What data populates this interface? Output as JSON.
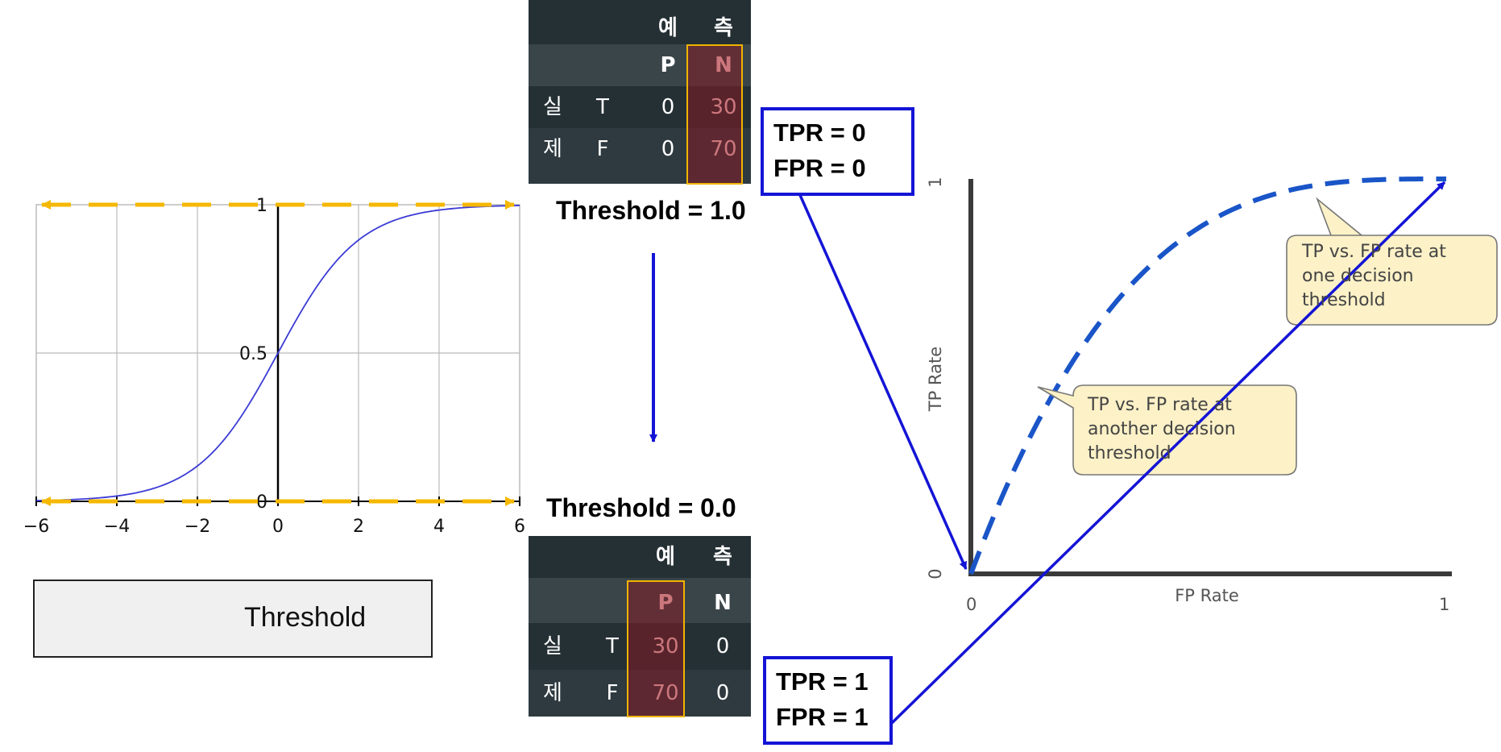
{
  "sigmoid": {
    "x_ticks": [
      "−6",
      "−4",
      "−2",
      "0",
      "2",
      "4",
      "6"
    ],
    "y_ticks": [
      "0",
      "0.5",
      "1"
    ],
    "curve_color": "#3b3bd6",
    "threshold_color": "#f5b800"
  },
  "legend": {
    "label": "Threshold"
  },
  "matrix_top": {
    "header_predicted": [
      "예",
      "측"
    ],
    "col_labels": [
      "P",
      "N"
    ],
    "actual_label": [
      "실",
      "제"
    ],
    "rows": [
      {
        "label": "T",
        "p": "0",
        "n": "30"
      },
      {
        "label": "F",
        "p": "0",
        "n": "70"
      }
    ],
    "threshold_label": "Threshold = 1.0"
  },
  "matrix_bottom": {
    "header_predicted": [
      "예",
      "측"
    ],
    "col_labels": [
      "P",
      "N"
    ],
    "actual_label": [
      "실",
      "제"
    ],
    "rows": [
      {
        "label": "T",
        "p": "30",
        "n": "0"
      },
      {
        "label": "F",
        "p": "70",
        "n": "0"
      }
    ],
    "threshold_label": "Threshold = 0.0"
  },
  "rate_top": {
    "tpr": "TPR = 0",
    "fpr": "FPR = 0"
  },
  "rate_bottom": {
    "tpr": "TPR = 1",
    "fpr": "FPR = 1"
  },
  "roc": {
    "xlabel": "FP Rate",
    "ylabel": "TP Rate",
    "x_ticks": [
      "0",
      "1"
    ],
    "y_ticks": [
      "0",
      "1"
    ],
    "curve_color": "#1a55c8",
    "callout_top": [
      "TP vs. FP rate at",
      "one decision",
      "threshold"
    ],
    "callout_bottom": [
      "TP vs. FP rate at",
      "another decision",
      "threshold"
    ]
  },
  "arrow_color": "#1414d6"
}
